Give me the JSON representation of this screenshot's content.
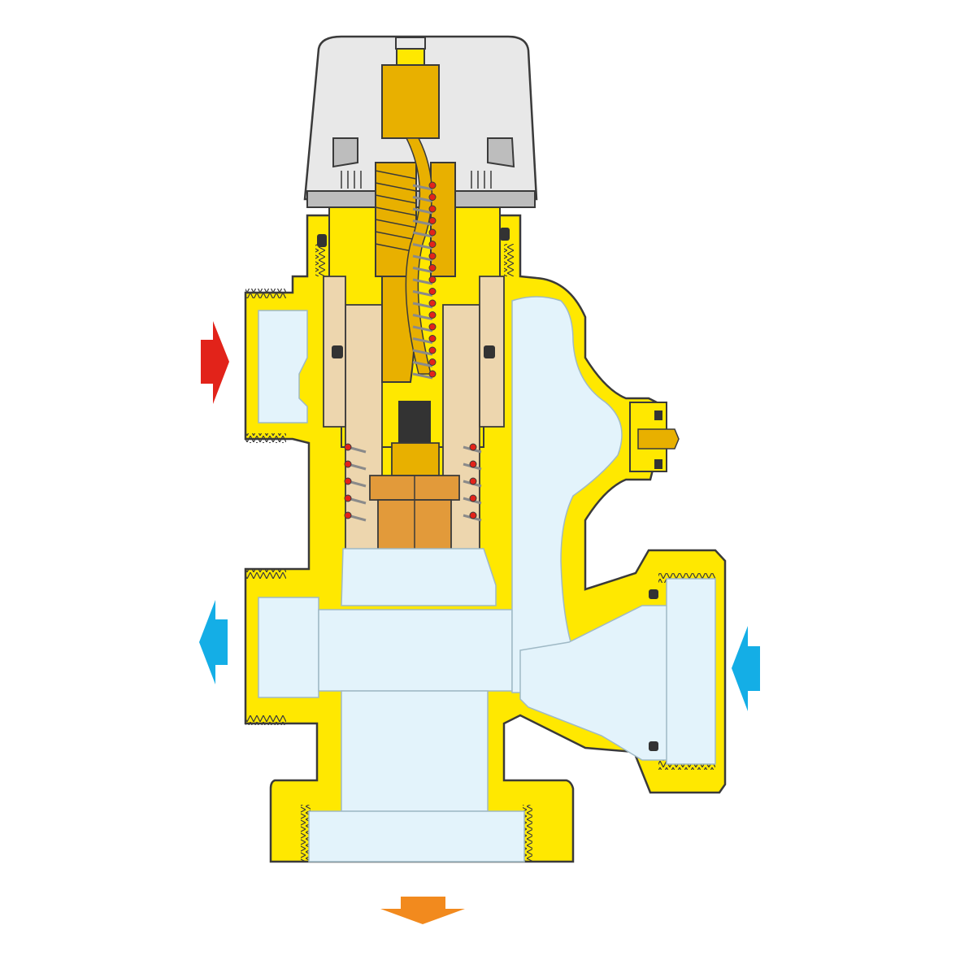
{
  "diagram": {
    "subject": "",
    "colors": {
      "background": "#ffffff",
      "brass": "#FFE800",
      "brass_dark": "#F2C200",
      "outline": "#3a3a3a",
      "water": "#E3F3FB",
      "water_line": "#9FB9C6",
      "knob": "#E8E8E8",
      "knob_dark": "#BDBDBD",
      "gold_part": "#E8B000",
      "tan_part": "#EDD6AE",
      "orange_part": "#E29A3A",
      "spring_dot": "#E2231A",
      "rubber": "#333333",
      "hot_arrow": "#E2231A",
      "cold_arrow": "#14AEE6",
      "mixed_arrow": "#F28A1E"
    },
    "arrows": [
      {
        "role": "hot-water-inlet",
        "direction": "right",
        "color_key": "hot_arrow"
      },
      {
        "role": "cold-water-outlet",
        "direction": "left",
        "color_key": "cold_arrow"
      },
      {
        "role": "cold-water-inlet",
        "direction": "left",
        "color_key": "cold_arrow"
      },
      {
        "role": "mixed-water-outlet",
        "direction": "down",
        "color_key": "mixed_arrow"
      }
    ],
    "icons": [
      "hot-flow-arrow-icon",
      "cold-flow-arrow-icon",
      "mixed-flow-arrow-icon",
      "adjust-screw-icon",
      "spring-icon"
    ]
  }
}
